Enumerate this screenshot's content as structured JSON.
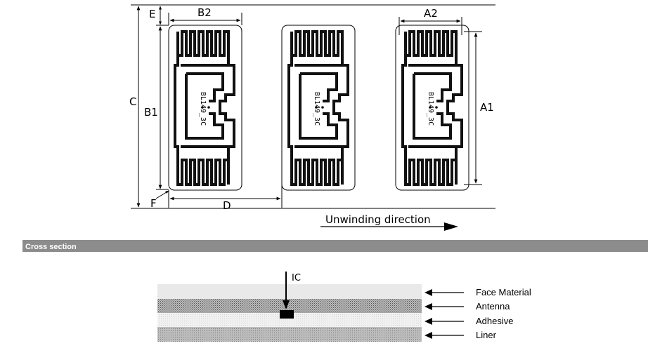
{
  "dimensions": {
    "E": "E",
    "B2": "B2",
    "A2": "A2",
    "C": "C",
    "B1": "B1",
    "A1": "A1",
    "F": "F",
    "D": "D"
  },
  "chip_text": "BL149_3C",
  "direction_label": "Unwinding direction",
  "section_title": "Cross section",
  "cross_section": {
    "ic_label": "IC",
    "layers": [
      {
        "name": "Face Material"
      },
      {
        "name": "Antenna"
      },
      {
        "name": "Adhesive"
      },
      {
        "name": "Liner"
      }
    ]
  },
  "colors": {
    "section_bar": "#8c8c8c",
    "face_material": "#e9e9e9",
    "antenna_layer": "#9a9a9a",
    "adhesive": "#eeeeee",
    "liner": "#a3a3a3"
  }
}
